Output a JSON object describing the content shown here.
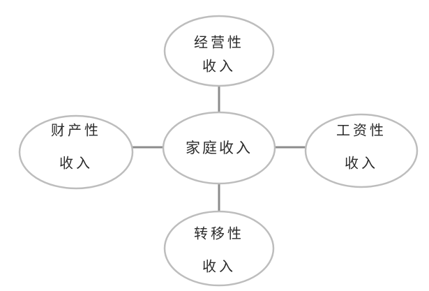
{
  "diagram": {
    "center": {
      "label": "家庭收入"
    },
    "nodes": {
      "top": {
        "line1": "经营性",
        "line2": "收入"
      },
      "left": {
        "line1": "财产性",
        "line2": "收入"
      },
      "right": {
        "line1": "工资性",
        "line2": "收入"
      },
      "bottom": {
        "line1": "转移性",
        "line2": "收入"
      }
    }
  },
  "colors": {
    "ellipse_stroke": "#bdbdbd",
    "connector": "#8c8c8c",
    "text": "#2b2b2b",
    "background": "#ffffff"
  }
}
